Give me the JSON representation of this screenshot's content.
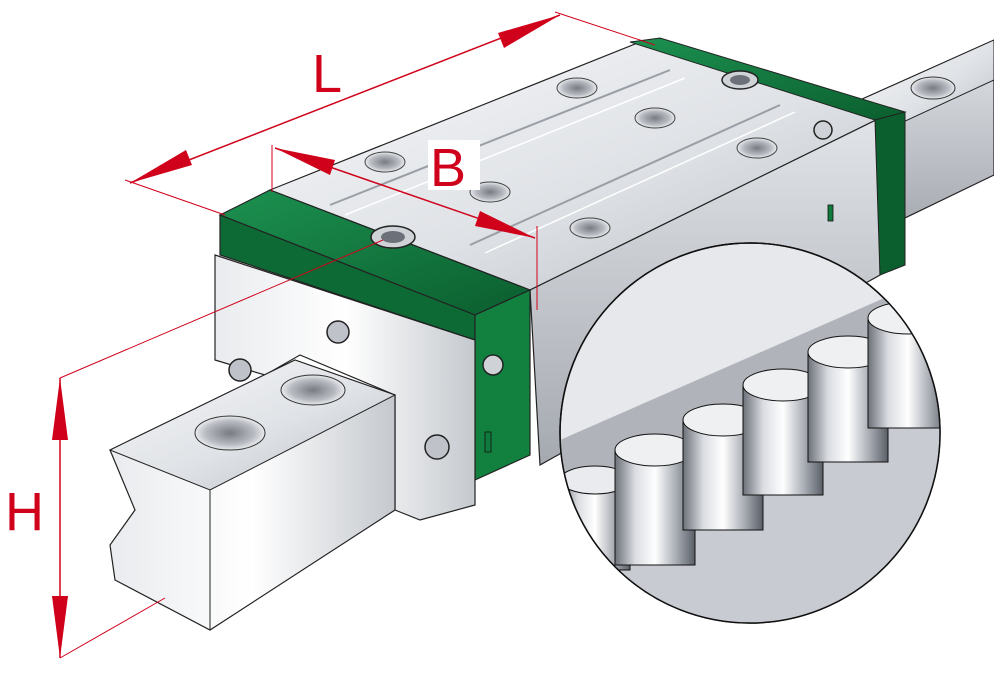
{
  "dimensions": {
    "length_label": "L",
    "width_label": "B",
    "height_label": "H"
  },
  "colors": {
    "dimension_line": "#d0021b",
    "end_seal": "#0f7a3c",
    "end_seal_dark": "#0a5a2b",
    "steel_light": "#f2f3f5",
    "steel_mid": "#c9ccd1",
    "steel_dark": "#8a8e95",
    "outline": "#222222"
  },
  "icons": {
    "detail_view": "roller-chain-magnifier-icon",
    "lube_nipple": "lubrication-nipple-icon",
    "screw": "hex-socket-screw-icon"
  }
}
